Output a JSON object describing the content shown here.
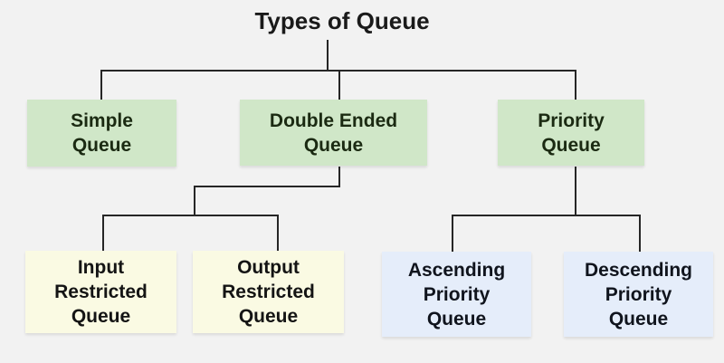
{
  "title": "Types of Queue",
  "colors": {
    "background": "#f2f2f2",
    "connector_line": "#262626",
    "level1_node_fill": "#d0e7c8",
    "restricted_node_fill": "#fafae3",
    "priority_node_fill": "#e5edfa",
    "text": "#141414"
  },
  "nodes": {
    "simple": {
      "lines": [
        "Simple",
        "Queue"
      ]
    },
    "double_ended": {
      "lines": [
        "Double Ended",
        "Queue"
      ]
    },
    "priority": {
      "lines": [
        "Priority",
        "Queue"
      ]
    },
    "input_restricted": {
      "lines": [
        "Input",
        "Restricted",
        "Queue"
      ]
    },
    "output_restricted": {
      "lines": [
        "Output",
        "Restricted",
        "Queue"
      ]
    },
    "ascending": {
      "lines": [
        "Ascending",
        "Priority",
        "Queue"
      ]
    },
    "descending": {
      "lines": [
        "Descending",
        "Priority",
        "Queue"
      ]
    }
  }
}
